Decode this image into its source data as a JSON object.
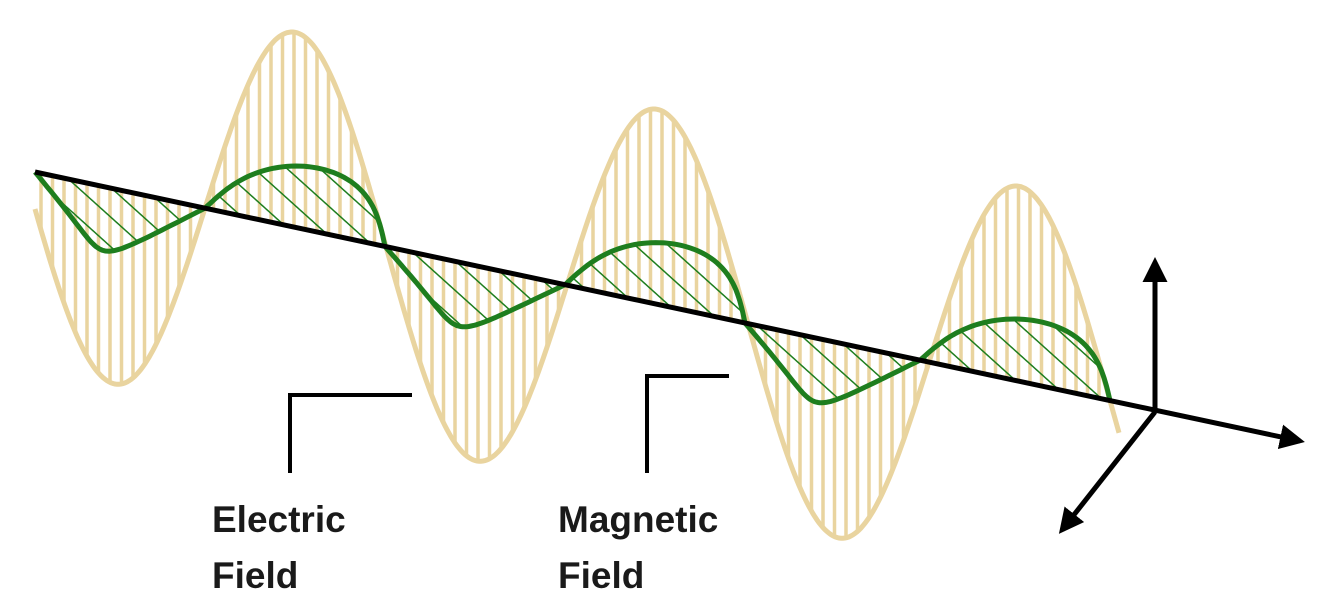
{
  "labels": {
    "electric": {
      "line1": "Electric",
      "line2": "Field"
    },
    "magnetic": {
      "line1": "Magnetic",
      "line2": "Field"
    }
  },
  "colors": {
    "electric_field": "#e9d49f",
    "magnetic_field": "#1e7e1e",
    "axis": "#000000",
    "text": "#1a1a1a"
  }
}
